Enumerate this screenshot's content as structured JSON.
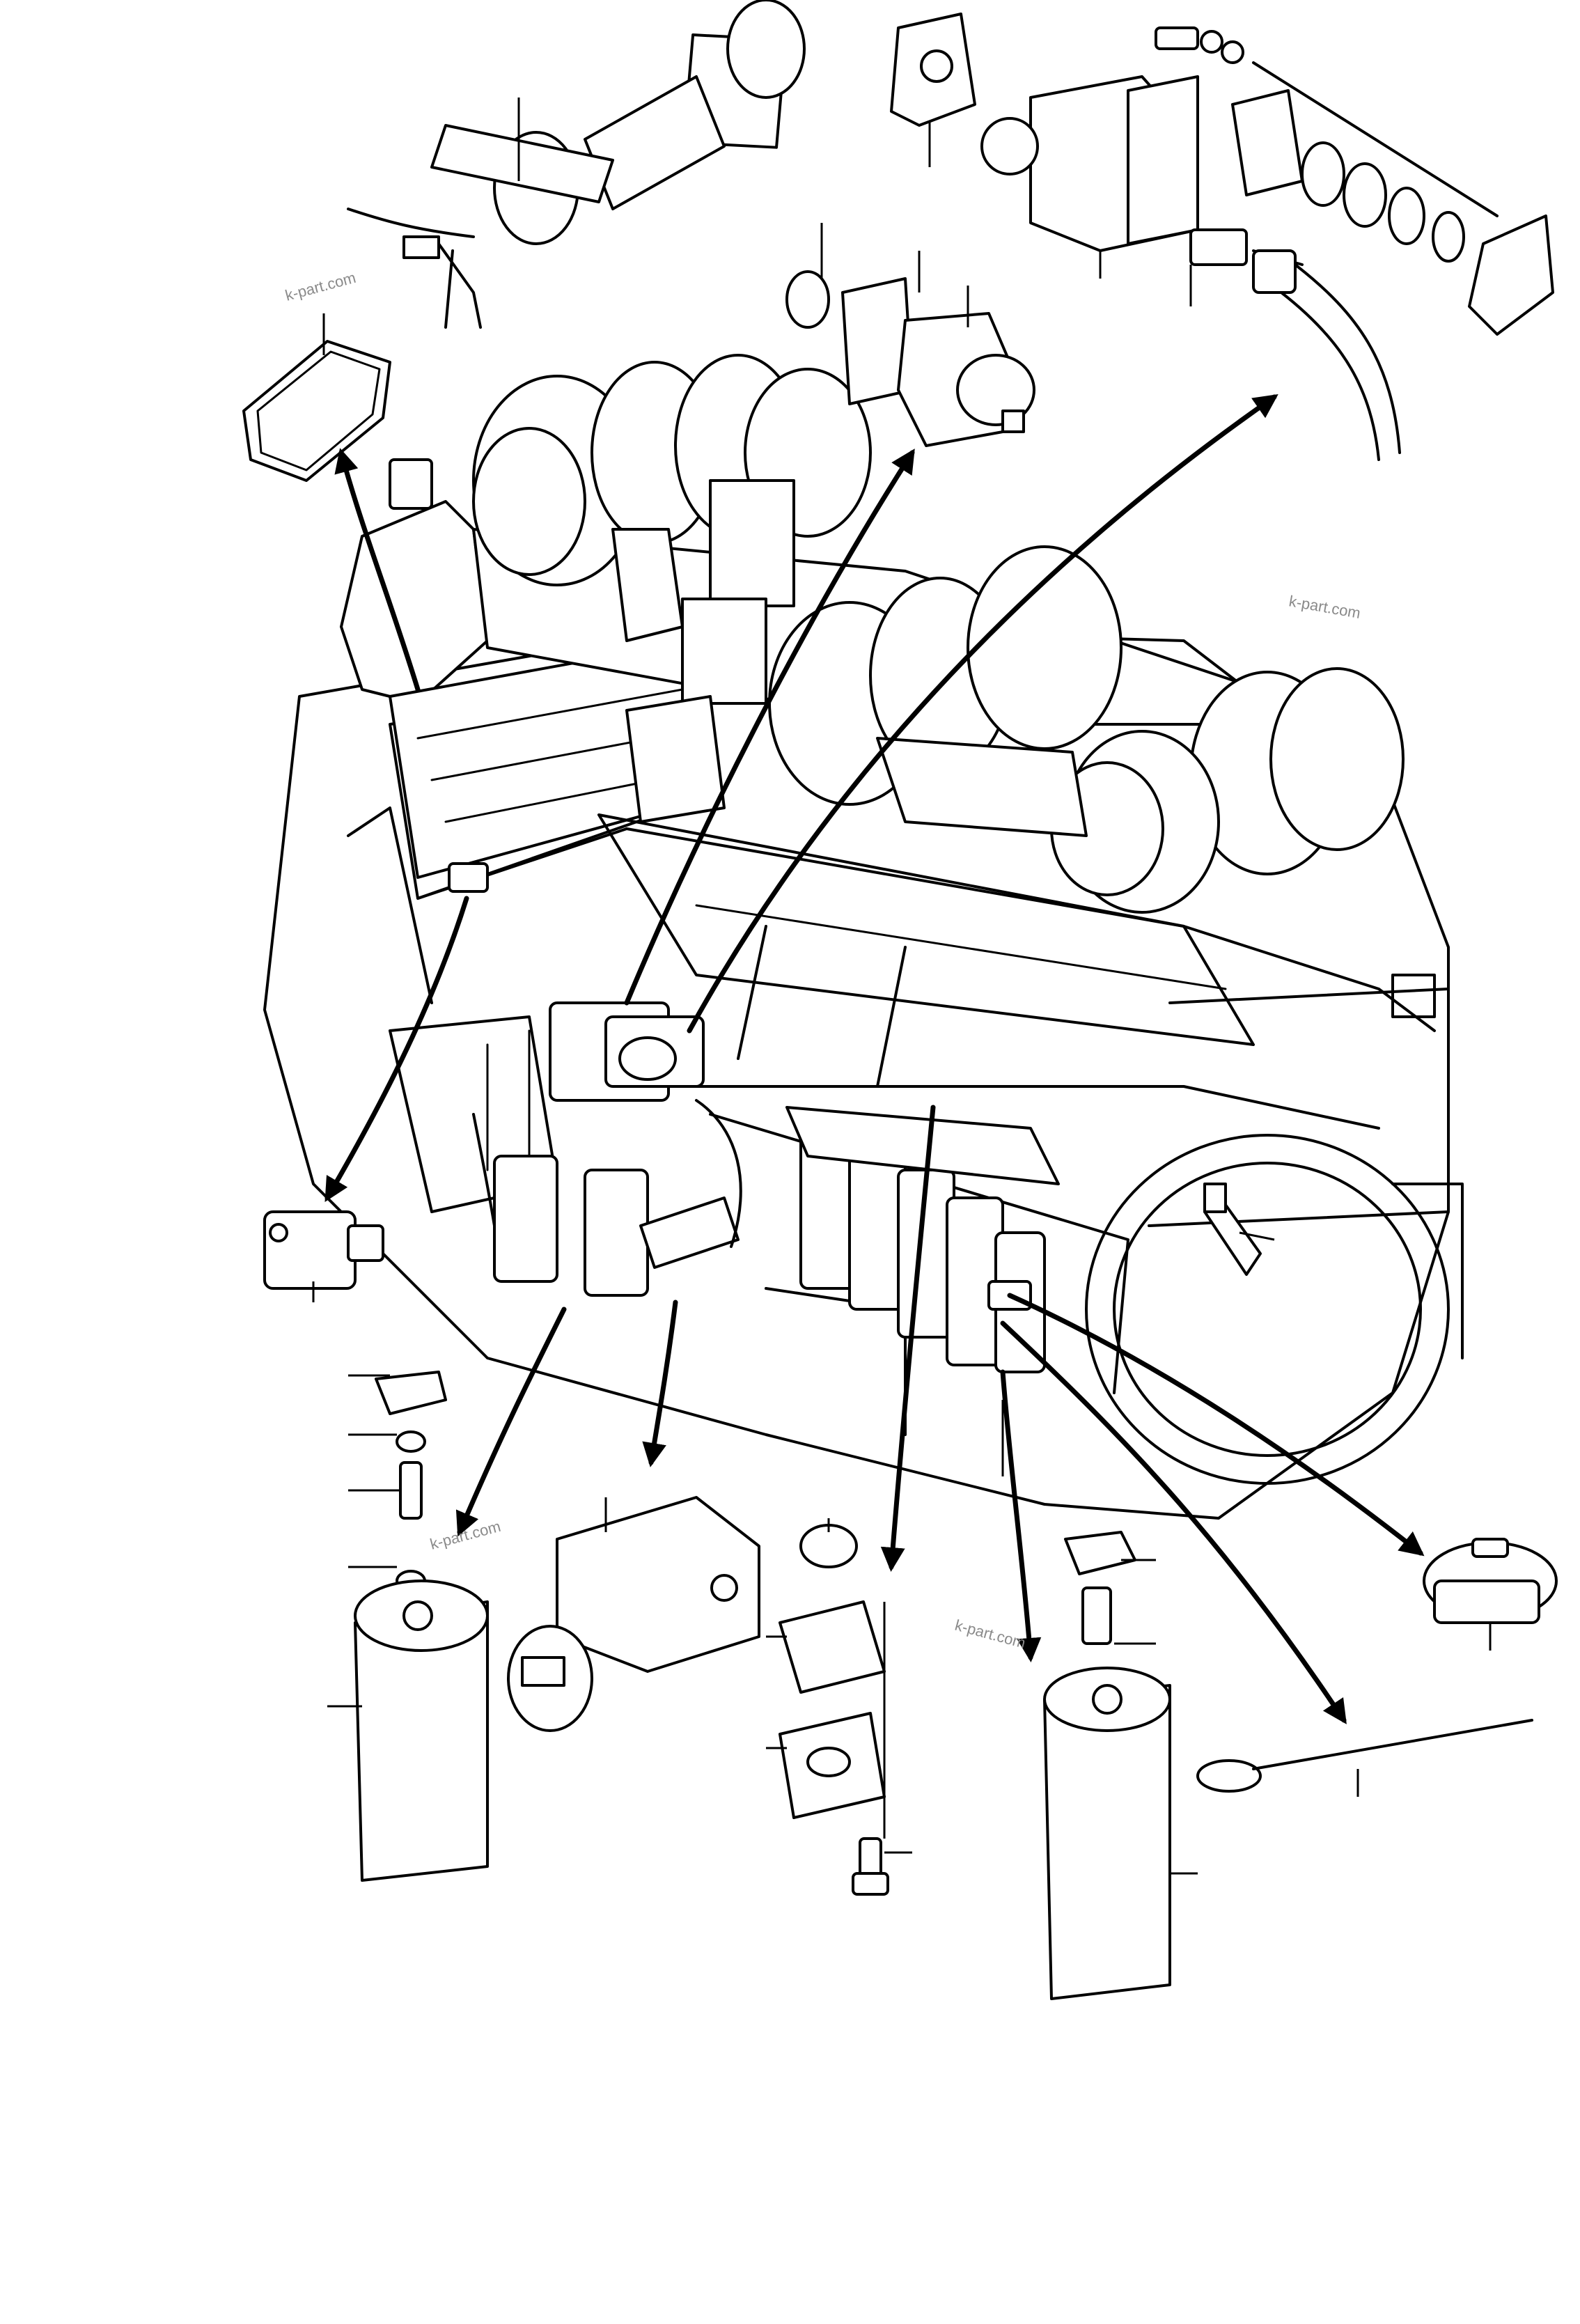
{
  "watermarks": [
    "k-part.com",
    "k-part.com",
    "k-part.com",
    "k-part.com"
  ],
  "colors": {
    "line": "#000000",
    "background": "#ffffff",
    "watermark": "#8a8a8a"
  }
}
